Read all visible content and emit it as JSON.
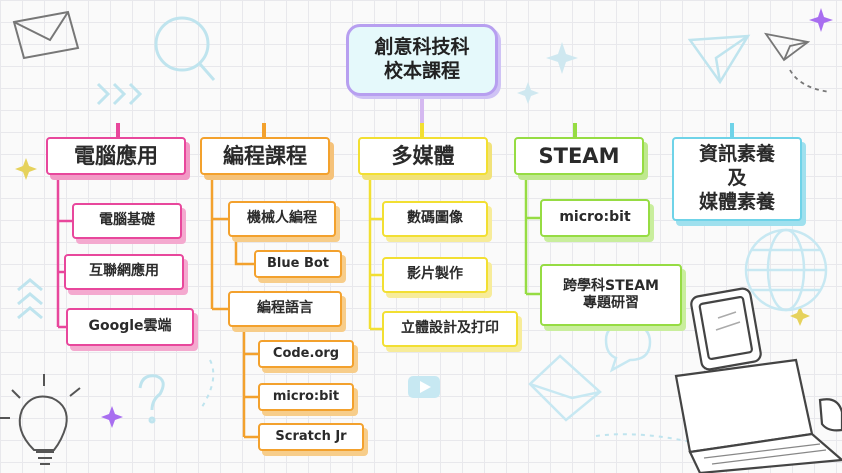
{
  "root": {
    "line1": "創意科技科",
    "line2": "校本課程"
  },
  "categories": [
    {
      "label": "電腦應用"
    },
    {
      "label": "編程課程"
    },
    {
      "label": "多媒體"
    },
    {
      "label": "STEAM"
    },
    {
      "label_line1": "資訊素養",
      "label_line2": "及",
      "label_line3": "媒體素養"
    }
  ],
  "computer_apps": [
    "電腦基礎",
    "互聯網應用",
    "Google雲端"
  ],
  "programming": {
    "robot": "機械人編程",
    "robot_items": [
      "Blue Bot"
    ],
    "language": "編程語言",
    "language_items": [
      "Code.org",
      "micro:bit",
      "Scratch Jr"
    ]
  },
  "multimedia": [
    "數碼圖像",
    "影片製作",
    "立體設計及打印"
  ],
  "steam": {
    "item1": "micro:bit",
    "item2_line1": "跨學科STEAM",
    "item2_line2": "專題研習"
  },
  "colors": {
    "pink": "#e8479c",
    "orange": "#f3a12d",
    "yellow": "#f2df32",
    "green": "#96dc43",
    "blue": "#6fd3e8",
    "purple": "#b79ff0"
  }
}
